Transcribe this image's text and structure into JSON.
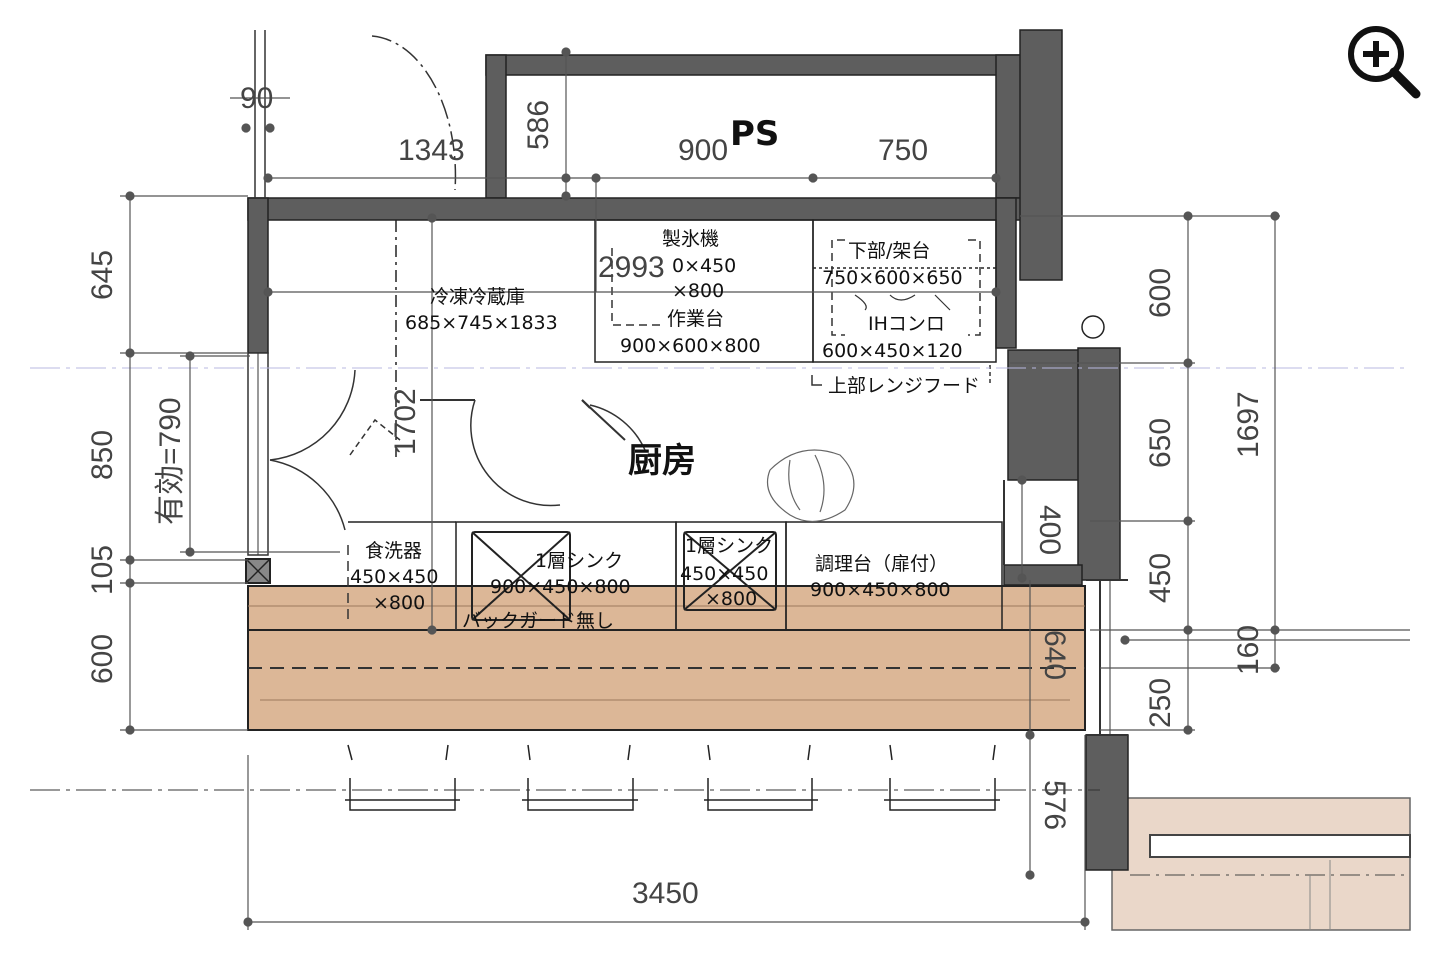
{
  "room_name": "厨房",
  "ps_label": "PS",
  "equipment": {
    "fridge_name": "冷凍冷蔵庫",
    "fridge_size": "685×745×1833",
    "icemaker_name": "製氷機",
    "icemaker_size1": "0×450",
    "icemaker_size2": "×800",
    "worktable_name": "作業台",
    "worktable_size": "900×600×800",
    "rack_name": "下部/架台",
    "rack_size": "750×600×650",
    "ih_name": "IHコンロ",
    "ih_size": "600×450×120",
    "hood_name": "上部レンジフード",
    "dishwasher_name": "食洗器",
    "dishwasher_size1": "450×450",
    "dishwasher_size2": "×800",
    "sink1_name": "1層シンク",
    "sink1_size": "900×450×800",
    "backguard_note": "バックガード無し",
    "sink2_name": "1層シンク",
    "sink2_size1": "450×450",
    "sink2_size2": "×800",
    "counter_name": "調理台（扉付）",
    "counter_size": "900×450×800"
  },
  "dimensions": {
    "d90": "90",
    "d1343": "1343",
    "d586": "586",
    "d900": "900",
    "d750": "750",
    "d645": "645",
    "d850": "850",
    "d105": "105",
    "d600_left": "600",
    "d790": "有効=790",
    "d1702": "1702",
    "d2993": "2993",
    "d600_right": "600",
    "d650": "650",
    "d450": "450",
    "d1697": "1697",
    "d400": "400",
    "d160": "160",
    "d640": "640",
    "d250": "250",
    "d576": "576",
    "d3450": "3450"
  },
  "colors": {
    "wall": "#5e5e5e",
    "counter_fill": "#dcb797",
    "floor_fill": "#ead7c9",
    "line": "#222222",
    "dim_line": "#555555"
  },
  "zoom_icon": "zoom-in-icon"
}
